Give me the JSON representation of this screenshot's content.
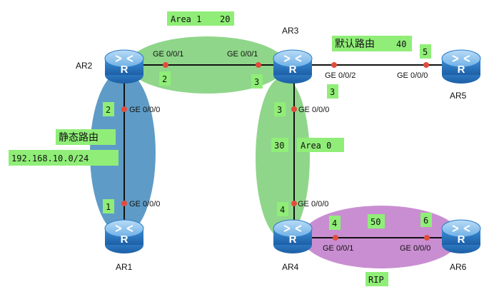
{
  "colors": {
    "area1": "#8fd68a",
    "area0": "#8fd68a",
    "static": "#5e9cc7",
    "rip": "#c98ed1",
    "tag_bg": "#90ee78",
    "link": "#111111",
    "port_dot": "#e24c3c",
    "router_body": "#2d7cc9"
  },
  "routers": {
    "ar1": "AR1",
    "ar2": "AR2",
    "ar3": "AR3",
    "ar4": "AR4",
    "ar5": "AR5",
    "ar6": "AR6"
  },
  "ports": {
    "ar2_ge001": "GE 0/0/1",
    "ar3_ge001": "GE 0/0/1",
    "ar3_ge002": "GE 0/0/2",
    "ar5_ge000": "GE 0/0/0",
    "ar2_ge000": "GE 0/0/0",
    "ar1_ge000": "GE 0/0/0",
    "ar3_ge000": "GE 0/0/0",
    "ar4_ge000": "GE 0/0/0",
    "ar4_ge001": "GE 0/0/1",
    "ar6_ge000": "GE 0/0/0"
  },
  "tags": {
    "area1": "Area 1",
    "area1_net": "20",
    "default_route": "默认路由",
    "default_net": "40",
    "ar5_host": "5",
    "ar3_ge002_host": "3",
    "ar2_ge001_host": "2",
    "ar3_ge001_host": "3",
    "ar2_ge000_host": "2",
    "static_route": "静态路由",
    "static_net": "192.168.10.0/24",
    "ar1_host": "1",
    "ar3_ge000_host": "3",
    "area0_net": "30",
    "area0": "Area 0",
    "ar4_ge000_host": "4",
    "ar4_ge001_host": "4",
    "rip_net": "50",
    "ar6_host": "6",
    "rip": "RIP"
  }
}
